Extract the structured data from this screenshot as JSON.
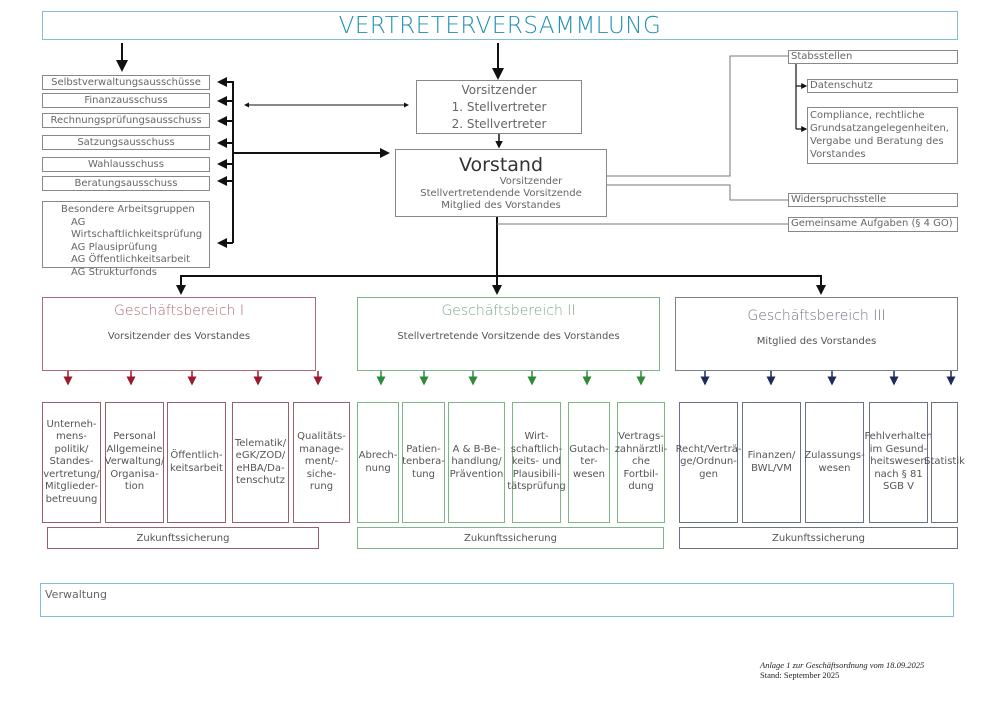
{
  "title": "VERTRETERVERSAMMLUNG",
  "committees": [
    "Selbstverwaltungsausschüsse",
    "Finanzausschuss",
    "Rechnungsprüfungsausschuss",
    "Satzungsausschuss",
    "Wahlausschuss",
    "Beratungsausschuss"
  ],
  "working_groups": {
    "heading": "Besondere Arbeitsgruppen",
    "items": [
      "AG Wirtschaftlichkeitsprüfung",
      "AG Plausiprüfung",
      "AG Öffentlichkeitsarbeit",
      "AG Strukturfonds"
    ]
  },
  "chair": {
    "lines": [
      "Vorsitzender",
      "1. Stellvertreter",
      "2. Stellvertreter"
    ]
  },
  "vorstand": {
    "title": "Vorstand",
    "lines": [
      "Vorsitzender",
      "Stellvertretendende Vorsitzende",
      "Mitglied des Vorstandes"
    ]
  },
  "staff": {
    "stabsstellen": "Stabsstellen",
    "datenschutz": "Datenschutz",
    "compliance": [
      "Compliance, rechtliche",
      "Grundsatzangelegenheiten,",
      "Vergabe und Beratung des",
      "Vorstandes"
    ],
    "widerspruchsstelle": "Widerspruchsstelle",
    "gemeinsame_aufgaben": "Gemeinsame Aufgaben (§ 4 GO)"
  },
  "divisions": [
    {
      "title": "Geschäftsbereich I",
      "subtitle": "Vorsitzender des Vorstandes",
      "color": "#9a1b2b",
      "units": [
        [
          "Unterneh-",
          "mens-",
          "politik/",
          "Standes-",
          "vertretung/",
          "Mitglieder-",
          "betreuung"
        ],
        [
          "Personal",
          "Allgemeine",
          "Verwaltung/",
          "Organisa-",
          "tion"
        ],
        [
          "Öffentlich-",
          "keitsarbeit"
        ],
        [
          "Telematik/",
          "eGK/ZOD/",
          "eHBA/Da-",
          "tenschutz"
        ],
        [
          "Qualitäts-",
          "manage-",
          "ment/-siche-",
          "rung"
        ]
      ],
      "footer": "Zukunftssicherung"
    },
    {
      "title": "Geschäftsbereich II",
      "subtitle": "Stellvertretende Vorsitzende des Vorstandes",
      "color": "#2e8b3a",
      "units": [
        [
          "Abrech-",
          "nung"
        ],
        [
          "Patien-",
          "tenbera-",
          "tung"
        ],
        [
          "A & B-Be-",
          "handlung/",
          "Prävention"
        ],
        [
          "Wirt-",
          "schaftlich-",
          "keits- und",
          "Plausibili-",
          "tätsprüfung"
        ],
        [
          "Gutach-",
          "ter-",
          "wesen"
        ],
        [
          "Vertrags-",
          "zahnärztli-",
          "che",
          "Fortbil-",
          "dung"
        ]
      ],
      "footer": "Zukunftssicherung"
    },
    {
      "title": "Geschäftsbereich III",
      "subtitle": "Mitglied des Vorstandes",
      "color": "#1d2a5c",
      "units": [
        [
          "Recht/Verträ-",
          "ge/Ordnun-",
          "gen"
        ],
        [
          "Finanzen/",
          "BWL/VM"
        ],
        [
          "Zulassungs-",
          "wesen"
        ],
        [
          "Fehlverhalten",
          "im Gesund-",
          "heitswesen",
          "nach § 81",
          "SGB V"
        ],
        [
          "Statistik"
        ]
      ],
      "footer": "Zukunftssicherung"
    }
  ],
  "administration": "Verwaltung",
  "footnote": {
    "line1": "Anlage 1 zur Geschäftsordnung vom 18.09.2025",
    "line2": "Stand: September 2025"
  }
}
